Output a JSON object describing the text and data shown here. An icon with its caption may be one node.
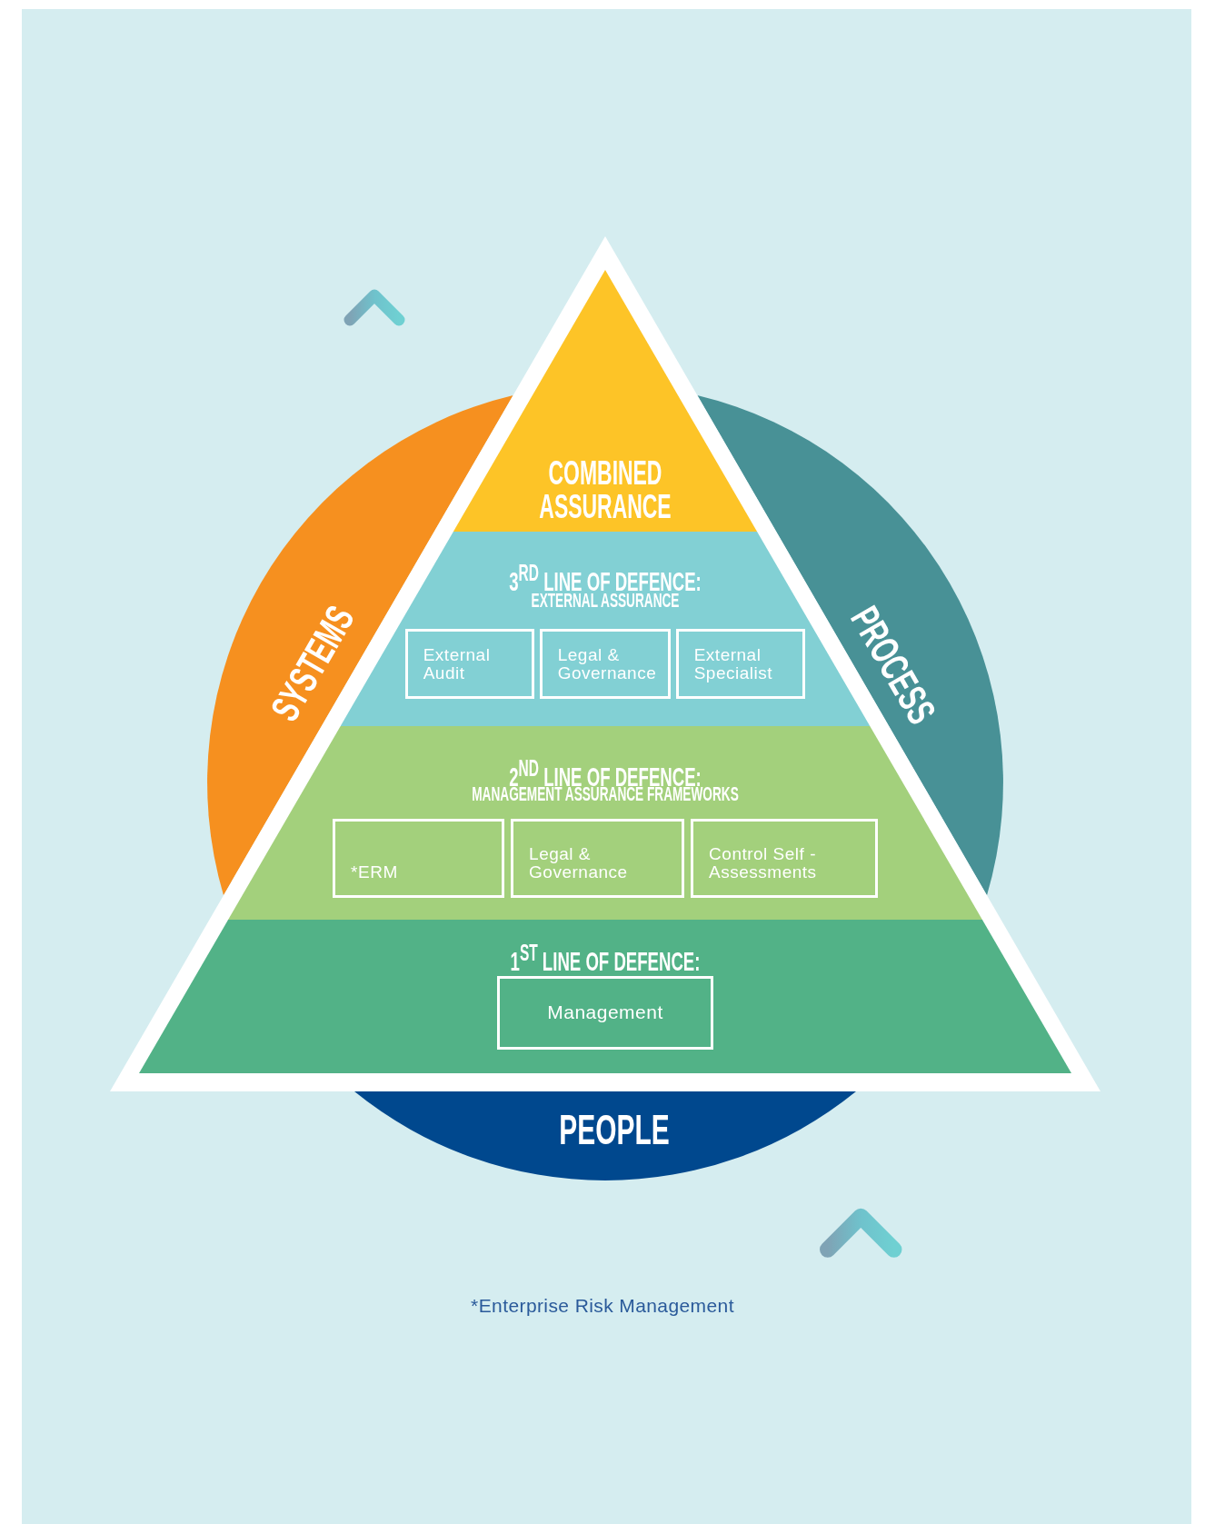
{
  "diagram": {
    "caption": "*Enterprise Risk Management",
    "nodes": [
      {
        "text": [
          "COMBINED ASSURANCE"
        ]
      },
      {
        "text": [
          "3$^{RD}$ LINE OF DEFENCE:",
          "EXTERNAL ASSURANCE"
        ]
      },
      {
        "text": [
          "External Audit"
        ],
        "in": 1
      },
      {
        "text": [
          "Legal & Governance"
        ],
        "in": 1
      },
      {
        "text": [
          "External Specialist"
        ],
        "in": 1
      },
      {
        "text": [
          "2$^{ND}$ LINE OF DEFENCE:",
          "MANAGEMENT ASSURANCE FRAMEWORKS"
        ]
      },
      {
        "text": [
          "*ERM"
        ],
        "in": 5
      },
      {
        "text": [
          "Legal & Governance"
        ],
        "in": 5
      },
      {
        "text": [
          "Control Self - Assessments"
        ],
        "in": 5
      },
      {
        "text": [
          "1$^{ST}$ LINE OF DEFENCE:"
        ]
      },
      {
        "text": [
          "Management"
        ],
        "in": 9
      },
      {
        "text": [
          "SYSTEMS"
        ]
      },
      {
        "text": [
          "PROCESS"
        ]
      },
      {
        "text": [
          "PEOPLE"
        ]
      }
    ]
  }
}
